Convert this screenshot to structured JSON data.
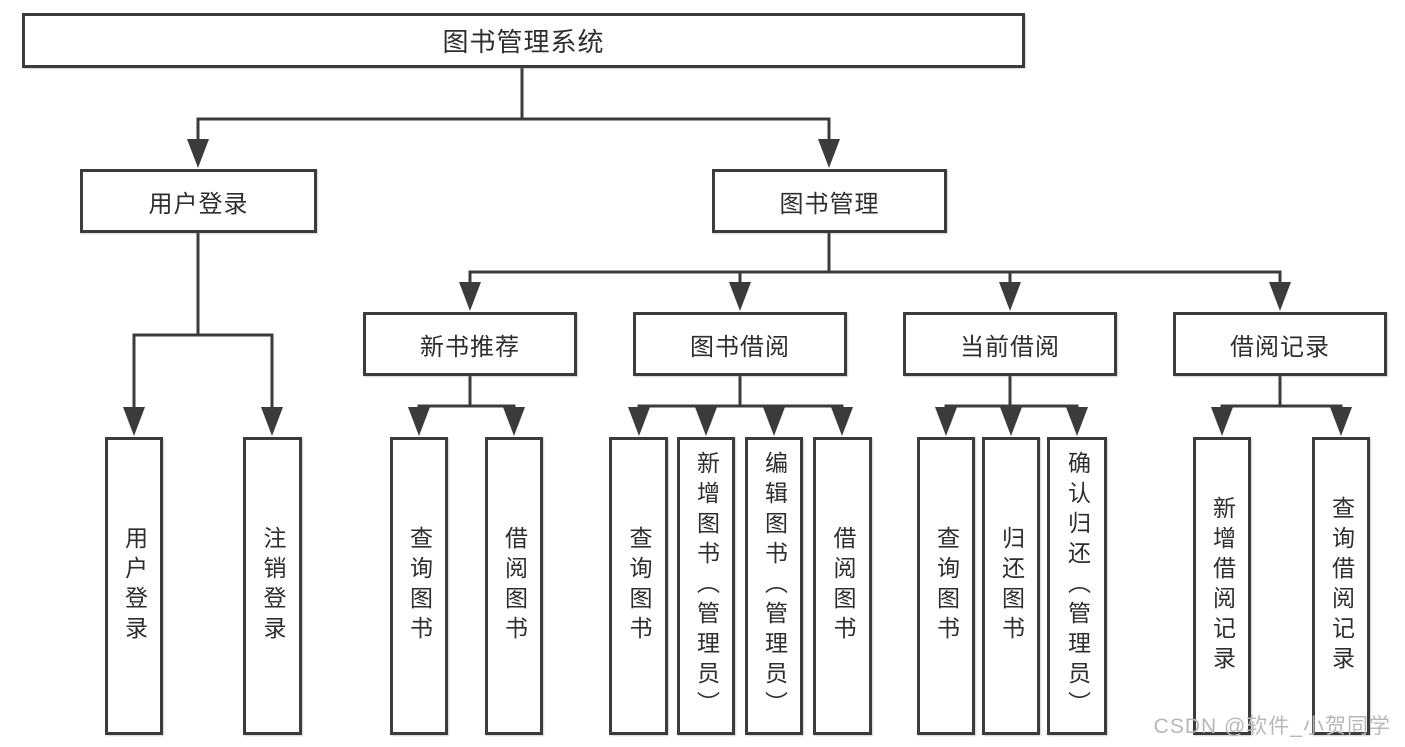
{
  "colors": {
    "background": "#ffffff",
    "line": "#3b3b3b",
    "box_border": "#3b3b3b",
    "text": "#2e2e2e",
    "watermark": "#b8b8b8"
  },
  "watermark": {
    "text": "CSDN @软件_小贺同学"
  },
  "tree": {
    "label": "图书管理系统",
    "children": [
      {
        "label": "用户登录",
        "children": [
          {
            "label": "用户登录"
          },
          {
            "label": "注销登录"
          }
        ]
      },
      {
        "label": "图书管理",
        "children": [
          {
            "label": "新书推荐",
            "children": [
              {
                "label": "查询图书"
              },
              {
                "label": "借阅图书"
              }
            ]
          },
          {
            "label": "图书借阅",
            "children": [
              {
                "label": "查询图书"
              },
              {
                "label": "新增图书（管理员）"
              },
              {
                "label": "编辑图书（管理员）"
              },
              {
                "label": "借阅图书"
              }
            ]
          },
          {
            "label": "当前借阅",
            "children": [
              {
                "label": "查询图书"
              },
              {
                "label": "归还图书"
              },
              {
                "label": "确认归还（管理员）"
              }
            ]
          },
          {
            "label": "借阅记录",
            "children": [
              {
                "label": "新增借阅记录"
              },
              {
                "label": "查询借阅记录"
              }
            ]
          }
        ]
      }
    ]
  }
}
